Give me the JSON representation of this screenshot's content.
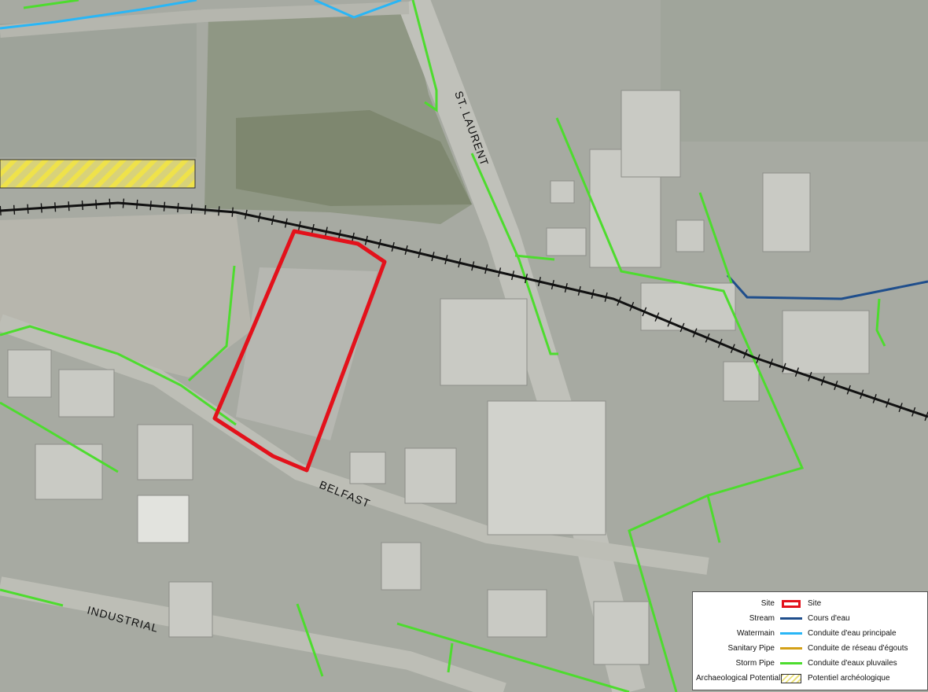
{
  "map": {
    "streets": {
      "st_laurent": "ST. LAURENT",
      "belfast": "BELFAST",
      "industrial": "INDUSTRIAL"
    },
    "colors": {
      "site": "#e3111b",
      "stream": "#1f4e8c",
      "watermain": "#29b6f6",
      "sanitary_pipe": "#d4a017",
      "storm_pipe": "#4ddc2e",
      "archaeological_potential": "#ece27a",
      "railway": "#111111"
    }
  },
  "legend": {
    "items": [
      {
        "en": "Site",
        "fr": "Site",
        "symbol": "site-box"
      },
      {
        "en": "Stream",
        "fr": "Cours d'eau",
        "symbol": "stream-line"
      },
      {
        "en": "Watermain",
        "fr": "Conduite d'eau principale",
        "symbol": "watermain-line"
      },
      {
        "en": "Sanitary Pipe",
        "fr": "Conduite de réseau d'égouts",
        "symbol": "sanitary-line"
      },
      {
        "en": "Storm Pipe",
        "fr": "Conduite d'eaux pluvailes",
        "symbol": "storm-line"
      },
      {
        "en": "Archaeological Potential",
        "fr": "Potentiel archéologique",
        "symbol": "hatch-box"
      }
    ]
  }
}
